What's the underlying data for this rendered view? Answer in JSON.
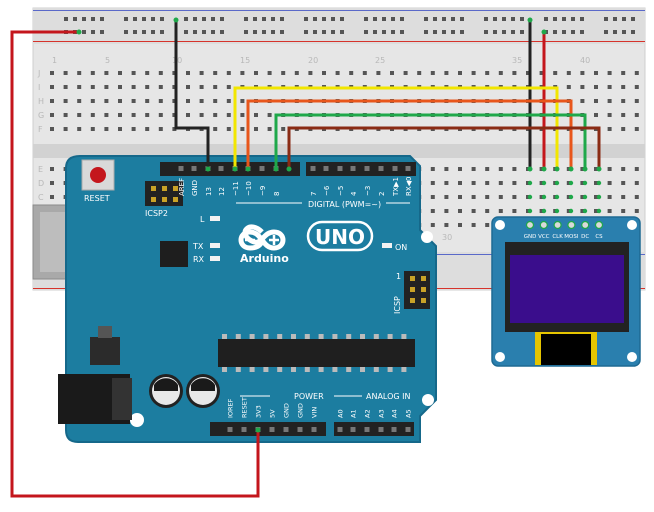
{
  "colors": {
    "board": "#1c7da0",
    "board_dark": "#14627f",
    "breadboard": "#e6e6e6",
    "rail_red": "#d6332b",
    "rail_blue": "#5a69c9",
    "wire_red": "#c4161c",
    "wire_black": "#222222",
    "wire_yellow": "#f2e600",
    "wire_orange": "#e8561b",
    "wire_green": "#1fa84a",
    "wire_brown": "#8a2b14",
    "oled_screen": "#3a0d8c"
  },
  "breadboard": {
    "column_numbers": [
      "1",
      "5",
      "10",
      "15",
      "20",
      "25",
      "30",
      "35",
      "40"
    ],
    "row_letters_top": [
      "J",
      "I",
      "H",
      "G",
      "F"
    ],
    "row_letters_bottom": [
      "E",
      "D",
      "C"
    ]
  },
  "arduino": {
    "brand": "Arduino",
    "model": "UNO",
    "reset_label": "RESET",
    "icsp2_label": "ICSP2",
    "icsp_label": "ICSP",
    "icsp_pin1": "1",
    "led_l": "L",
    "led_tx": "TX",
    "led_rx": "RX",
    "led_on": "ON",
    "digital_label": "DIGITAL (PWM=~)",
    "top_pins": [
      "AREF",
      "GND",
      "13",
      "12",
      "~11",
      "~10",
      "~9",
      "8",
      "7",
      "~6",
      "~5",
      "4",
      "~3",
      "2",
      "TX▶1",
      "RX◀0"
    ],
    "power_label": "POWER",
    "analog_label": "ANALOG IN",
    "power_pins": [
      "IOREF",
      "RESET",
      "3V3",
      "5V",
      "GND",
      "GND",
      "VIN"
    ],
    "analog_pins": [
      "A0",
      "A1",
      "A2",
      "A3",
      "A4",
      "A5"
    ]
  },
  "oled": {
    "pins": [
      "GND",
      "VCC",
      "CLK",
      "MOSI",
      "DC",
      "CS"
    ]
  }
}
